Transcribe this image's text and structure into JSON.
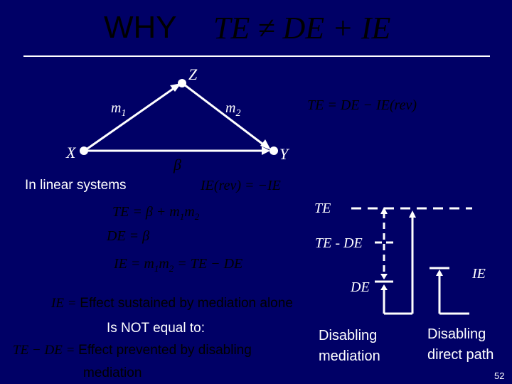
{
  "title": {
    "word": "WHY",
    "equation": "TE ≠ DE + IE"
  },
  "nodes": {
    "z": "Z",
    "x": "X",
    "y": "Y"
  },
  "edges": {
    "m1": "m",
    "m1_sub": "1",
    "m2": "m",
    "m2_sub": "2",
    "beta": "β"
  },
  "equations": {
    "te_rev": "TE = DE − IE(rev)",
    "ie_rev": "IE(rev) = −IE",
    "te": "TE = β + m",
    "te_sub1": "1",
    "te_m2": "m",
    "te_sub2": "2",
    "de": "DE = β",
    "ie": "IE = m",
    "ie_sub1": "1",
    "ie_m2": "m",
    "ie_sub2": "2",
    "ie_tail": " = TE − DE"
  },
  "text": {
    "linear": "In linear systems",
    "ie_def_sym": "IE",
    "ie_def_dash": " = ",
    "ie_def": "Effect sustained by mediation alone",
    "not_equal": "Is NOT equal to:",
    "tede_def_sym": "TE − DE",
    "tede_def_dash": " = ",
    "tede_def_line1": "Effect prevented by disabling",
    "tede_def_line2": "mediation",
    "disabling_mediation_1": "Disabling",
    "disabling_mediation_2": "mediation",
    "disabling_direct_1": "Disabling",
    "disabling_direct_2": "direct path"
  },
  "bar_labels": {
    "te": "TE",
    "te_de": "TE - DE",
    "de": "DE",
    "ie": "IE"
  },
  "page_number": "52",
  "colors": {
    "background": "#000066",
    "foreground": "#ffffff",
    "dim_text": "#000000"
  }
}
